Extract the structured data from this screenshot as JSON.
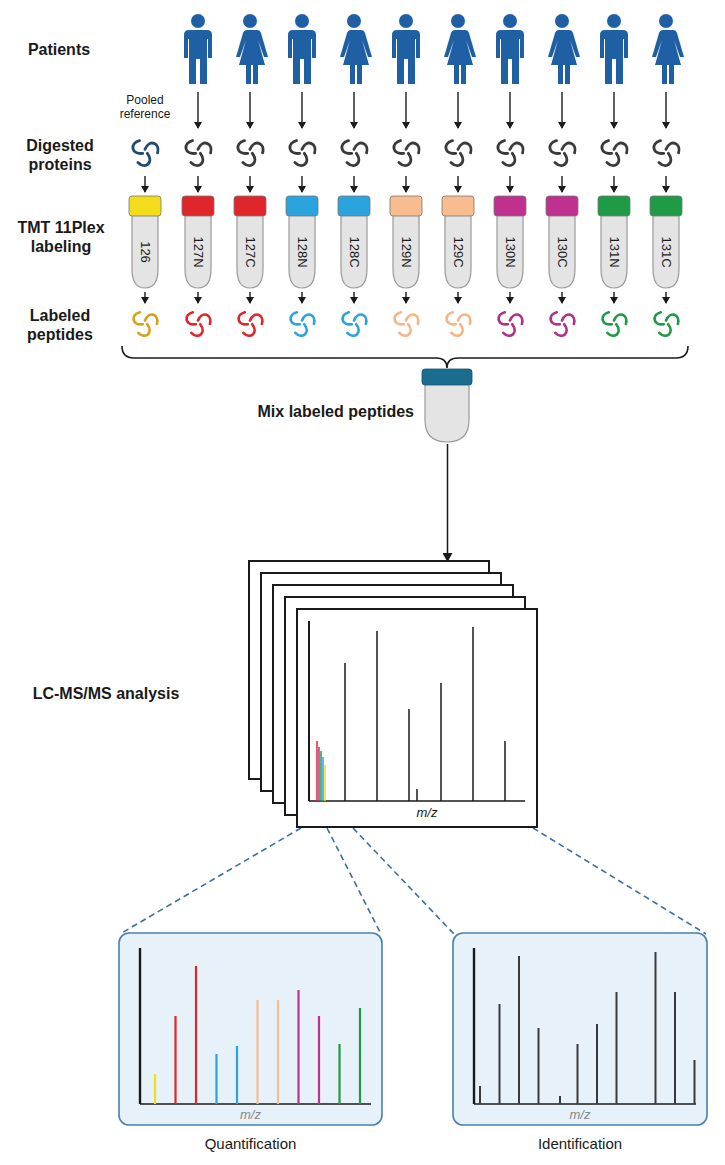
{
  "diagram": {
    "nodes": [
      {
        "text": [
          "126"
        ]
      },
      {
        "text": [
          "127N"
        ]
      },
      {
        "text": [
          "127C"
        ]
      },
      {
        "text": [
          "128N"
        ]
      },
      {
        "text": [
          "128C"
        ]
      },
      {
        "text": [
          "129N"
        ]
      },
      {
        "text": [
          "129C"
        ]
      },
      {
        "text": [
          "130N"
        ]
      },
      {
        "text": [
          "130C"
        ]
      },
      {
        "text": [
          "131N"
        ]
      },
      {
        "text": [
          "131C"
        ]
      },
      {
        "text": [
          "Mix labeled peptides"
        ]
      },
      {
        "text": [
          "m/z"
        ]
      },
      {
        "text": [
          "m/z",
          "Quantification"
        ]
      },
      {
        "text": [
          "m/z",
          "Identification"
        ]
      }
    ],
    "edges": [
      {
        "from": 11,
        "to": 12,
        "arrow": "to"
      },
      {
        "from": 12,
        "to": 13,
        "arrow": "none"
      },
      {
        "from": 12,
        "to": 14,
        "arrow": "none"
      }
    ],
    "labels": [
      "Patients",
      "Pooled reference",
      "Digested proteins",
      "TMT 11Plex labeling",
      "Labeled peptides",
      "LC-MS/MS analysis"
    ]
  }
}
